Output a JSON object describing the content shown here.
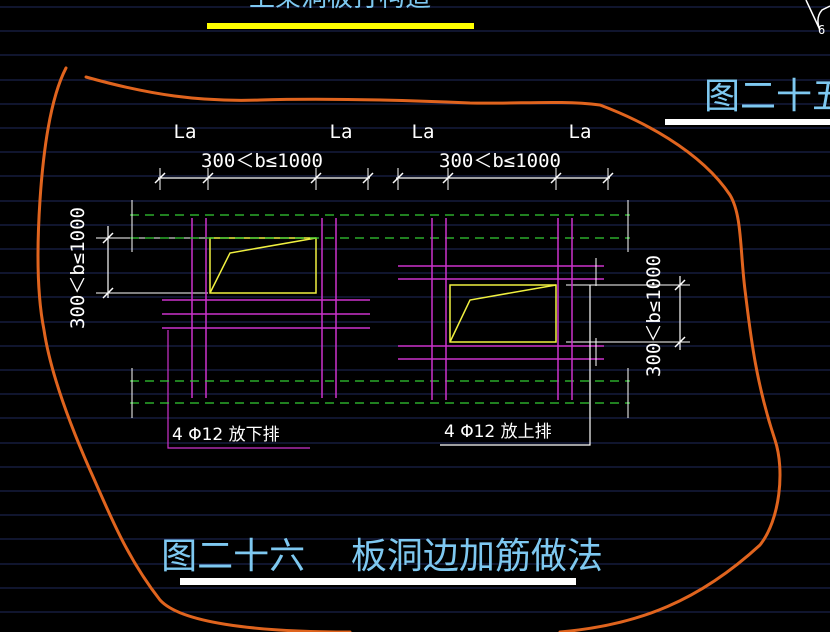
{
  "colors": {
    "background": "#000000",
    "grid_line": "#1f2a5c",
    "cloud": "#e0641e",
    "rebar": "#cc33cc",
    "slab_edge": "#33cc33",
    "opening": "#f0f040",
    "dimension": "#ffffff",
    "title_text": "#7ec8f0",
    "underline_white": "#ffffff",
    "underline_yellow": "#ffff00"
  },
  "top_title_partial": "上架洞板打构造",
  "right_title_partial": "图二十五 扌",
  "corner_mark": "6",
  "figure_title": "图二十六    板洞边加筋做法",
  "left_detail": {
    "la_left": "La",
    "la_right": "La",
    "dim_horizontal": "300＜b≤1000",
    "dim_vertical": "300＜b≤1000",
    "note": "4 Φ12 放下排"
  },
  "right_detail": {
    "la_left": "La",
    "la_right": "La",
    "dim_horizontal": "300＜b≤1000",
    "dim_vertical": "300＜b≤1000",
    "note": "4 Φ12 放上排"
  }
}
